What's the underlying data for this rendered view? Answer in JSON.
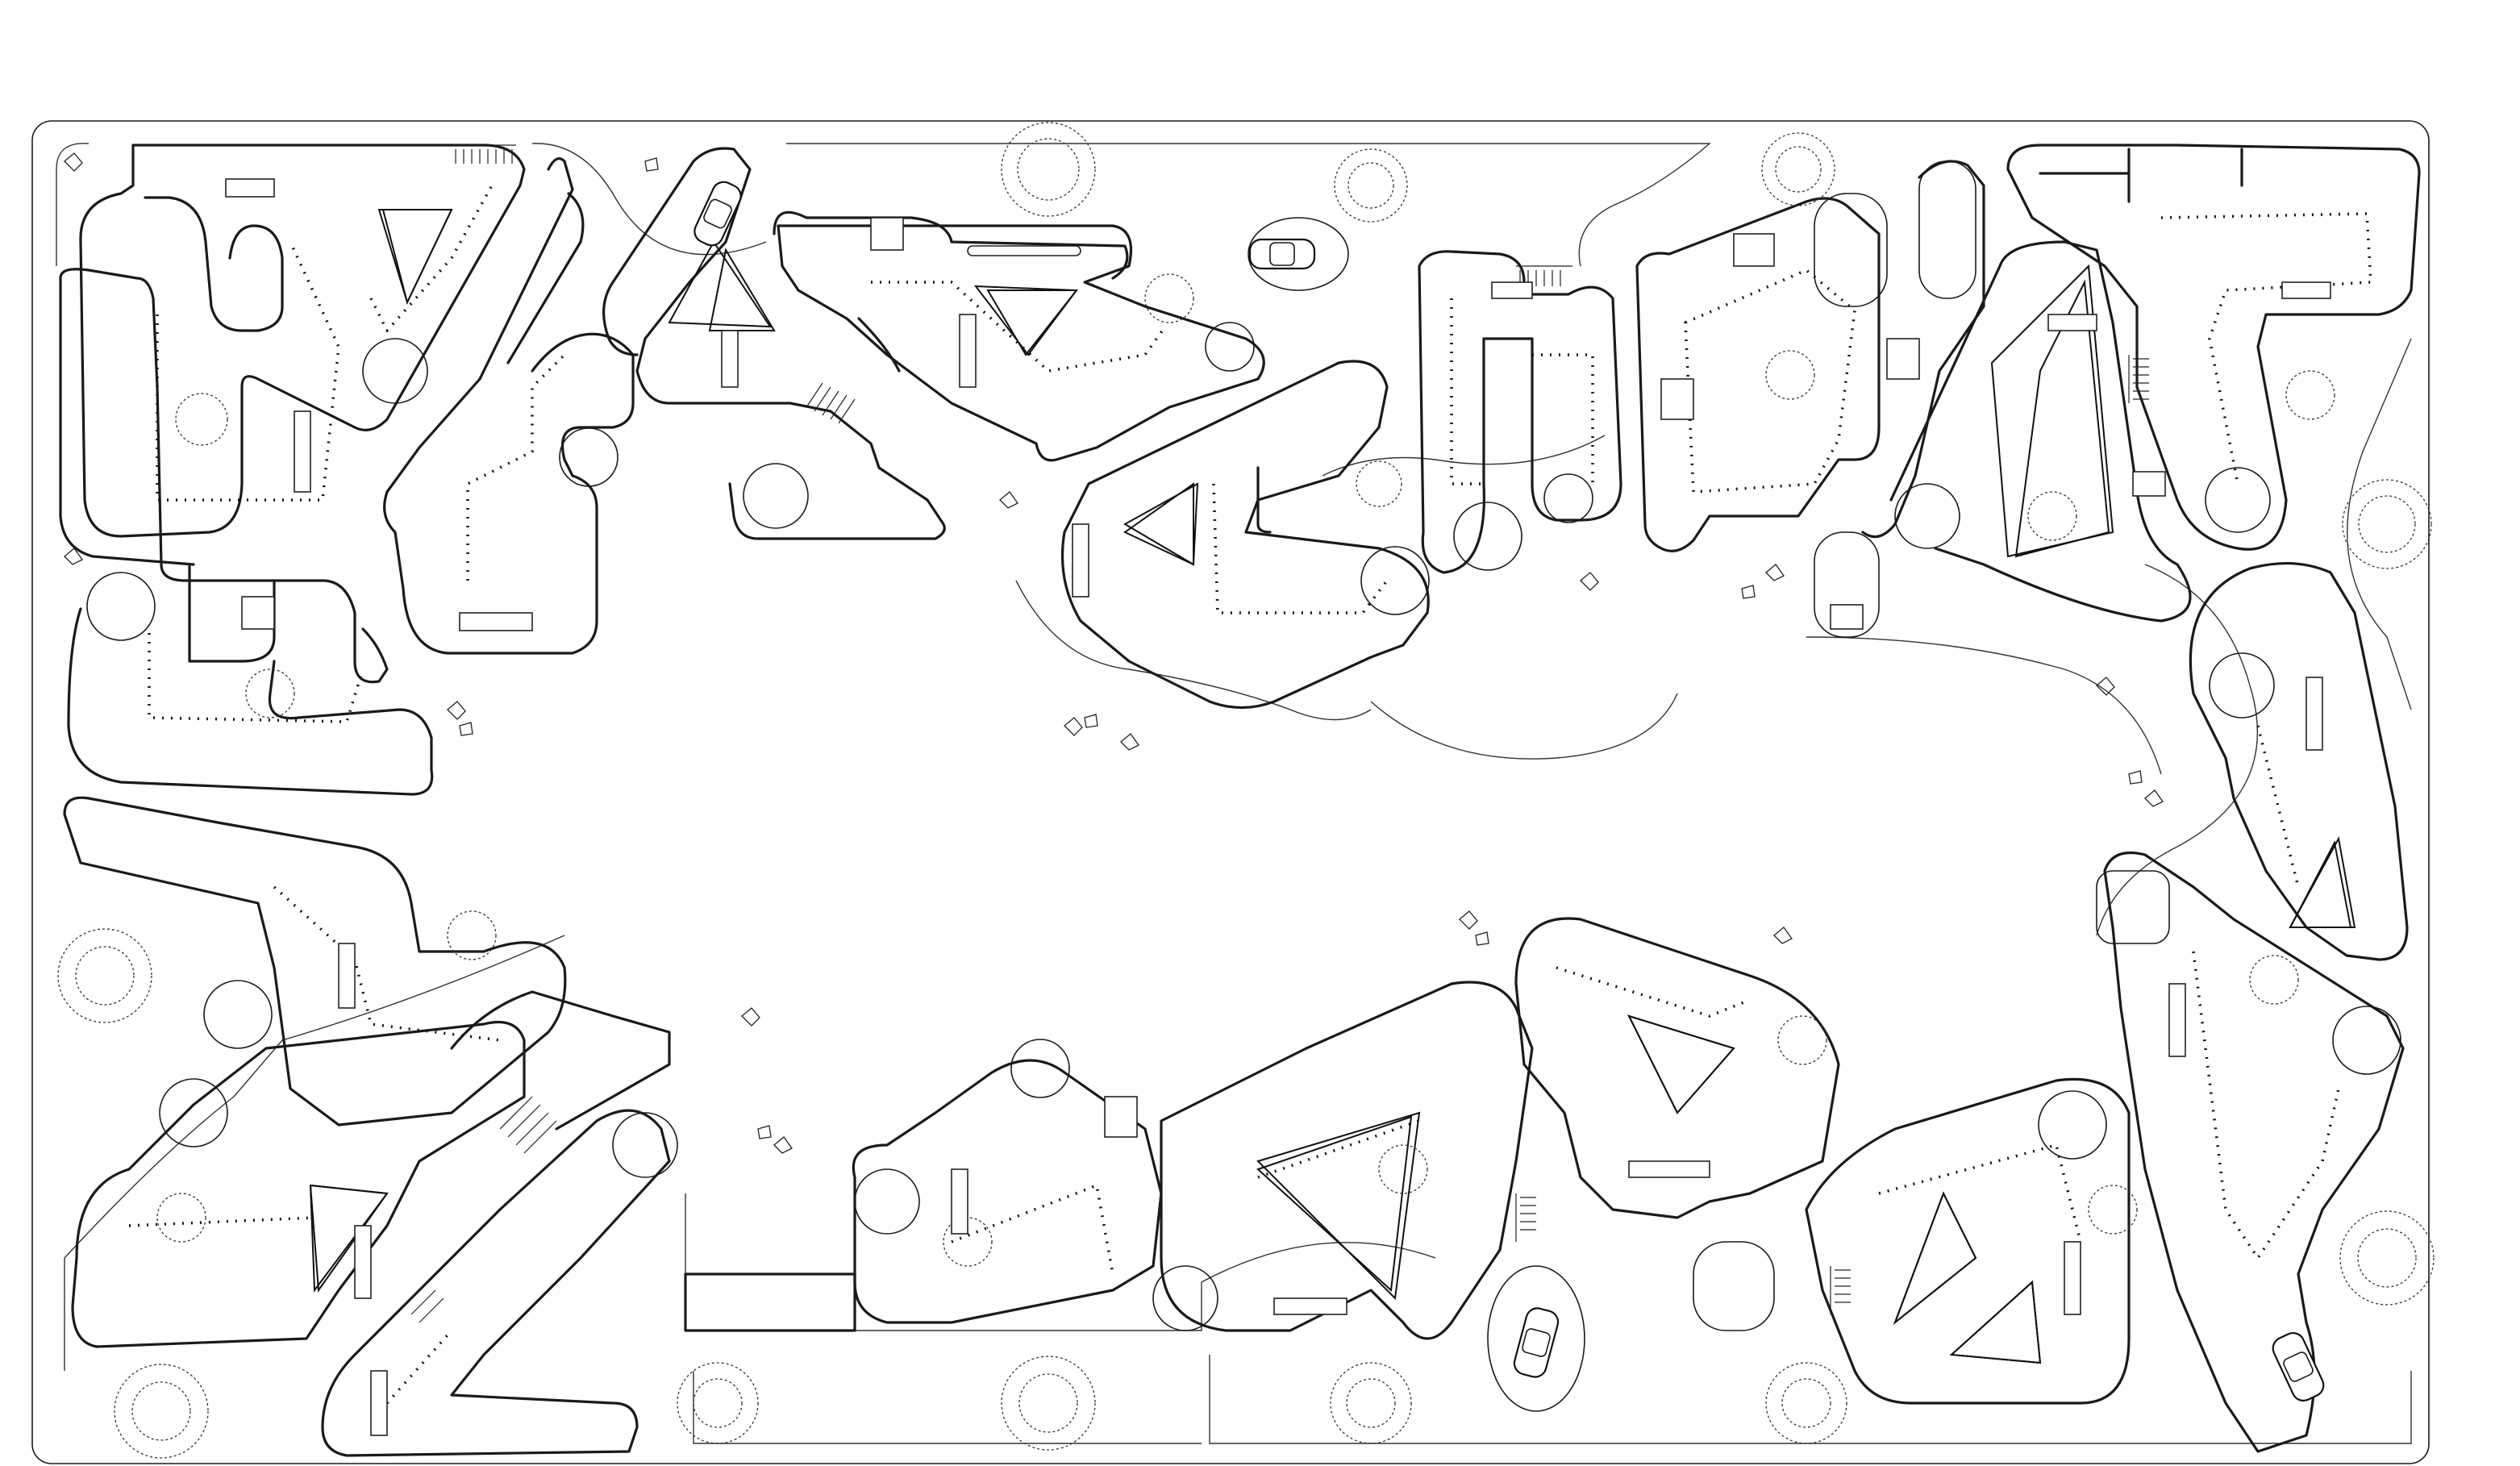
{
  "drawing": {
    "kind": "architectural-site-floor-plan",
    "labels": []
  },
  "colors": {
    "line": "#1a1a1a",
    "background": "#ffffff"
  },
  "icons": [
    "tree-symbol",
    "shrub-symbol",
    "car-symbol",
    "stair-symbol",
    "furniture-symbol"
  ]
}
